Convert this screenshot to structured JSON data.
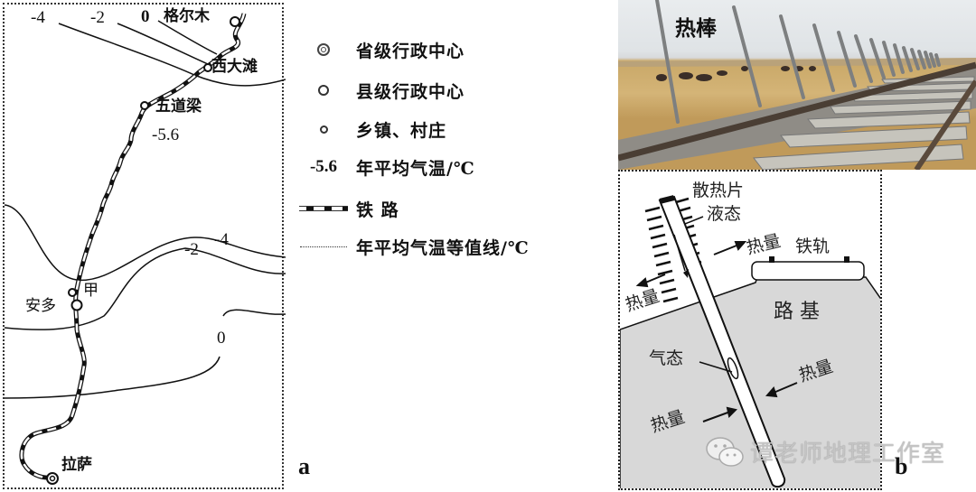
{
  "panel_a": {
    "letter": "a",
    "isoline_labels_top": [
      "-4",
      "-2",
      "0"
    ],
    "isoline_labels_mid": [
      "-4",
      "-2"
    ],
    "isoline_label_south": "0",
    "places": {
      "golmud": "格尔木",
      "xidatan": "西大滩",
      "wudaoliang": "五道梁",
      "jia": "甲",
      "amdo": "安多",
      "lhasa": "拉萨"
    },
    "point_value": "-5.6"
  },
  "legend": {
    "items": [
      {
        "symbol": "provincial-center",
        "label": "省级行政中心"
      },
      {
        "symbol": "county-center",
        "label": "县级行政中心"
      },
      {
        "symbol": "town-village",
        "label": "乡镇、村庄"
      },
      {
        "symbol": "value",
        "symbol_text": "-5.6",
        "label": "年平均气温/℃"
      },
      {
        "symbol": "railway",
        "label": "铁 路"
      },
      {
        "symbol": "isotherm",
        "label": "年平均气温等值线/℃"
      }
    ]
  },
  "panel_b": {
    "letter": "b",
    "photo_label": "热棒",
    "diagram_labels": {
      "fins": "散热片",
      "liquid": "液态",
      "heat_out_right": "热量",
      "rail": "铁轨",
      "heat_out_left": "热量",
      "roadbed": "路 基",
      "gas": "气态",
      "heat_in_right": "热量",
      "heat_in_left": "热量"
    }
  },
  "watermark": {
    "text": "谭老师地理工作室"
  },
  "colors": {
    "line": "#111111",
    "ground_fill": "#d9d9d9",
    "sky": "#e6e9eb",
    "grassland": "#cfae6e"
  }
}
